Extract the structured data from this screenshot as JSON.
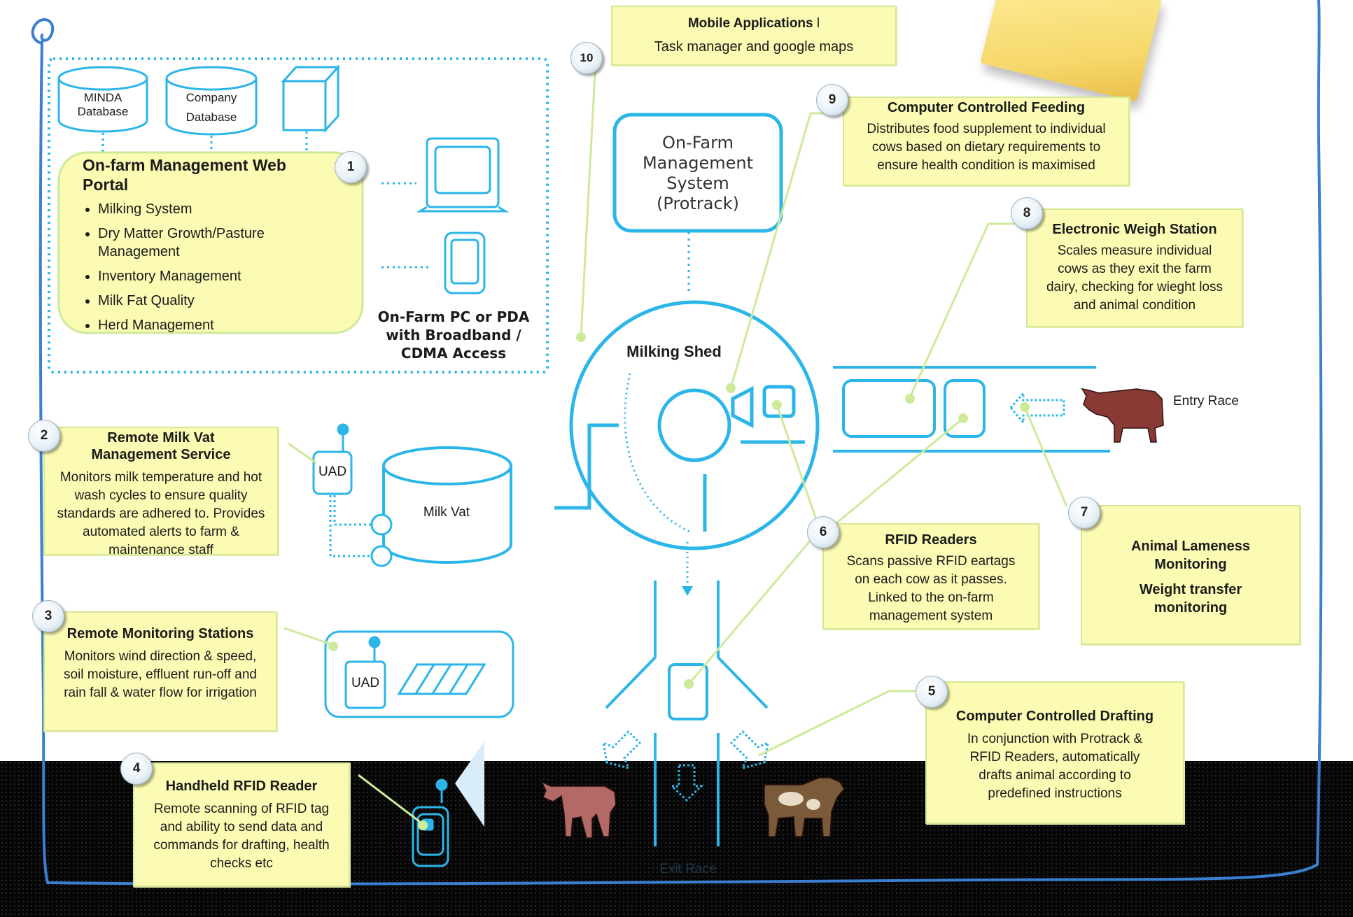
{
  "mobile": {
    "title": "Mobile Applications",
    "title_suffix": "l",
    "desc": "Task manager and google maps",
    "num": "10"
  },
  "databases": {
    "minda": "MINDA Database",
    "company": "Company Database"
  },
  "portal": {
    "num": "1",
    "title": "On-farm Management Web Portal",
    "items": [
      "Milking System",
      "Dry Matter Growth/Pasture Management",
      "Inventory Management",
      "Milk Fat Quality",
      "Herd Management"
    ]
  },
  "pc_pda": "On-Farm PC or PDA with Broadband / CDMA Access",
  "ofms": "On-Farm Management System (Protrack)",
  "milking_shed": "Milking Shed",
  "feeding": {
    "num": "9",
    "title": "Computer Controlled Feeding",
    "desc": "Distributes food supplement to individual cows based on dietary requirements to ensure health condition is maximised"
  },
  "weigh": {
    "num": "8",
    "title": "Electronic Weigh Station",
    "desc": "Scales measure individual cows as they exit the farm dairy, checking for wiegh​t loss and  animal condition"
  },
  "entry_race": "Entry Race",
  "milk_vat_service": {
    "num": "2",
    "title": "Remote Milk Vat Management Service",
    "desc": "Monitors milk temperature and hot wash cycles to ensure quality standards are adhered to.  Provides automated alerts to farm & maintenance staff"
  },
  "uad": "UAD",
  "milk_vat": "Milk Vat",
  "rfid": {
    "num": "6",
    "title": "RFID Readers",
    "desc": "Scans passive RFID eartags on each cow as it passes.  Linked to the on-farm management system"
  },
  "lameness": {
    "num": "7",
    "title": "Animal Lameness Monitoring",
    "subtitle": "Weight transfer monitoring"
  },
  "monitoring": {
    "num": "3",
    "title": "Remote Monitoring Stations",
    "desc": "Monitors wind direction & speed, soil moisture, effluent run-off and rain fall & water flow for irrigation"
  },
  "drafting": {
    "num": "5",
    "title": "Computer Controlled Drafting",
    "desc": "In conjunction with Protrack & RFID Readers, automatically drafts animal according to predefined instructions"
  },
  "handheld": {
    "num": "4",
    "title": "Handheld RFID Reader",
    "desc": "Remote scanning of RFID tag and ability to send data and commands for drafting, health checks etc"
  },
  "exit_race": "Exit Race",
  "colors": {
    "line_blue": "#2bb5e8",
    "note_bg": "#fbfbb4",
    "note_border": "#d6e895",
    "connector_green": "#cdea9a",
    "frame_blue": "#3a7fd0",
    "ground_black": "#060606"
  }
}
